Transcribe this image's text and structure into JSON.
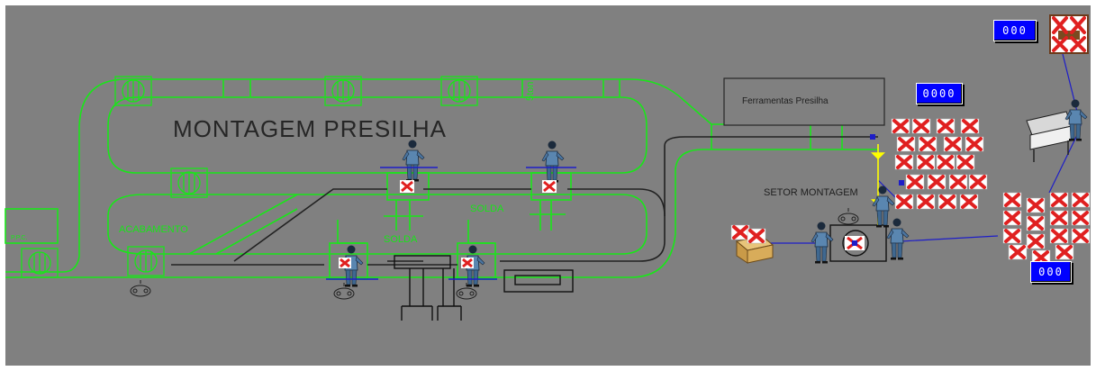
{
  "labels": {
    "title": "MONTAGEM PRESILHA",
    "acabamento": "ACABAMENTO",
    "solda_left": "SOLDA",
    "solda_right": "SOLDA",
    "setor_montagem": "SETOR MONTAGEM",
    "ferramentas": "Ferramentas Presilha",
    "rotated_5ton": "5ton",
    "left_box_tag": "P.P.C."
  },
  "counters": {
    "top_right": "000",
    "ferramentas": "0000",
    "right_bottom": "000"
  },
  "colors": {
    "floor": "#808080",
    "conveyor": "#19e619",
    "path": "#222222",
    "counter_bg": "#0000ff",
    "blocked": "#e02020",
    "link_line": "#1d1dc8",
    "yellow_link": "#ffff00",
    "worker": "#5a86b0"
  },
  "icons": {
    "worker": "worker-icon",
    "blocked_crate": "blocked-crate-icon",
    "cardboard_box": "cardboard-box-icon",
    "press_machine": "press-machine-icon",
    "pump": "pump-icon",
    "cutting_machine": "cutting-machine-icon"
  },
  "status": {
    "crate_clusters": [
      "blocked",
      "blocked",
      "blocked",
      "blocked"
    ]
  }
}
